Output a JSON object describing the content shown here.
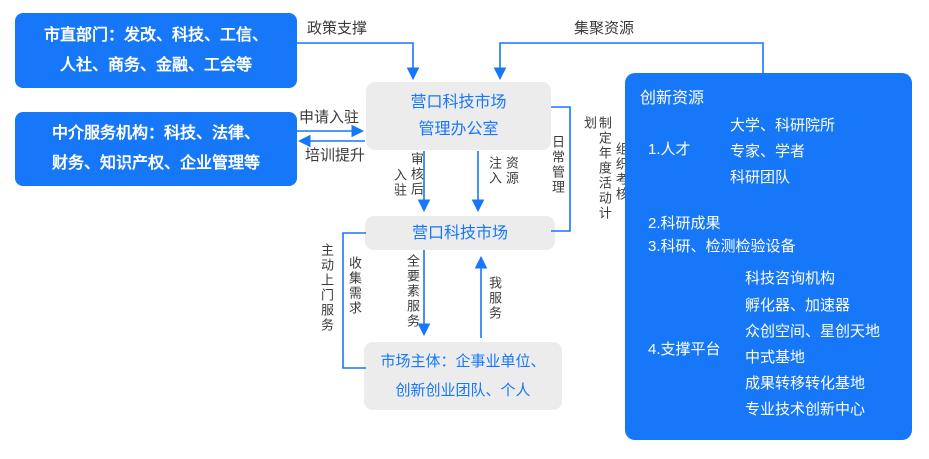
{
  "colors": {
    "primary_blue": "#1677f8",
    "box_gray": "#ececec",
    "label_text": "#3b3b3b",
    "panel_text": "#ffffff"
  },
  "boxes": {
    "city_departments": {
      "line1": "市直部门：发改、科技、工信、",
      "line2": "人社、商务、金融、工会等"
    },
    "intermediary": {
      "line1": "中介服务机构：科技、法律、",
      "line2": "财务、知识产权、企业管理等"
    },
    "office": {
      "line1": "营口科技市场",
      "line2": "管理办公室"
    },
    "market": {
      "label": "营口科技市场"
    },
    "entities": {
      "line1": "市场主体：企事业单位、",
      "line2": "创新创业团队、个人"
    }
  },
  "connector_labels": {
    "policy_support": "政策支撑",
    "gather_resources": "集聚资源",
    "apply_move_in": "申请入驻",
    "training_improve": "培训提升",
    "review_move_in": {
      "col_left": "入驻",
      "col_right": "审核后"
    },
    "inject_resources": {
      "col_left": "注入",
      "col_right": "资源"
    },
    "daily_management": "日常管理",
    "annual_plan": {
      "col_left": "制定年度活动计划",
      "col_right": "组织考核"
    },
    "proactive_door_service": "主动上门服务",
    "collect_needs": "收集需求",
    "full_factor_service": "全要素服务",
    "me_service": "我服务"
  },
  "panel": {
    "title": "创新资源",
    "talent": {
      "label": "1.人才",
      "items": [
        "大学、科研院所",
        "专家、学者",
        "科研团队"
      ]
    },
    "achievements": "2.科研成果",
    "equipment": "3.科研、检测检验设备",
    "platform": {
      "label": "4.支撑平台",
      "items": [
        "科技咨询机构",
        "孵化器、加速器",
        "众创空间、星创天地",
        "中式基地",
        "成果转移转化基地",
        "专业技术创新中心"
      ]
    }
  }
}
